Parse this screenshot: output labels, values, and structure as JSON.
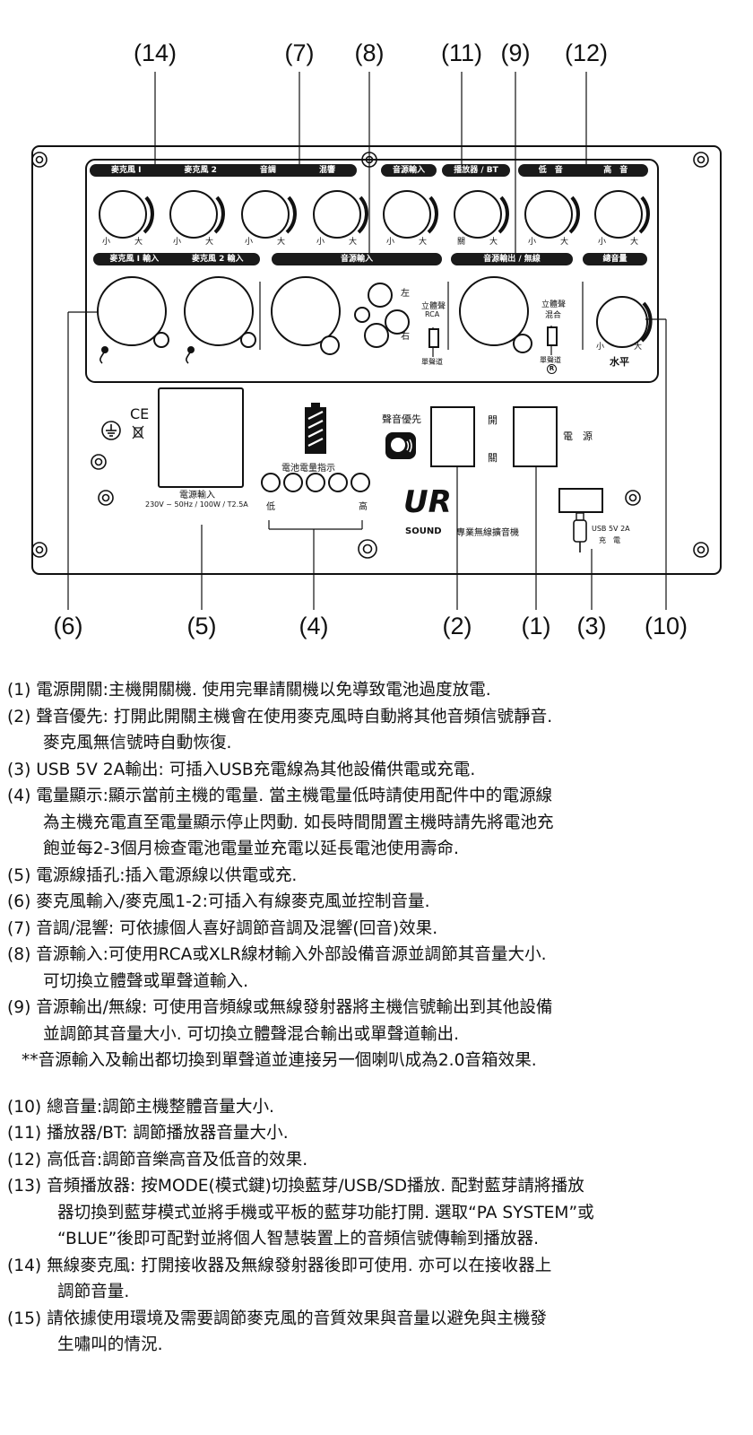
{
  "callouts": [
    "(14)",
    "(7)",
    "(8)",
    "(11)",
    "(9)",
    "(12)",
    "(6)",
    "(5)",
    "(4)",
    "(2)",
    "(1)",
    "(3)",
    "(10)"
  ],
  "panel": {
    "tags": {
      "mic1": "麥克風 I",
      "mic2": "麥克風 2",
      "tone": "音調",
      "echo": "混響",
      "source_in": "音源輸入",
      "player_bt": "播放器 / BT",
      "bass": "低　音",
      "treble": "高　音",
      "mic_inputs_1": "麥克風 I 輸入",
      "mic_inputs_2": "麥克風 2 輸入",
      "audio_in": "音源輸入",
      "audio_out": "音源輸出 / 無線",
      "master": "總音量"
    },
    "knob_min": "小",
    "knob_max": "大",
    "knob_off": "關",
    "left": "左",
    "right": "右",
    "stereo": "立體聲",
    "rca": "RCA",
    "mono": "單聲道",
    "stereo_mix": "立體聲",
    "mix": "混合",
    "mono_out": "單聲道",
    "r_mark": "R",
    "level": "水平",
    "ce": "CE",
    "voice_priority": "聲音優先",
    "switch_label_1": "開",
    "switch_label_2": "關",
    "power_label": "電　源",
    "battery_indicator": "電池電量指示",
    "low": "低",
    "high": "高",
    "power_input": "電源輸入",
    "power_spec": "230V ~ 50Hz / 100W / T2.5A",
    "usb_label": "USB 5V 2A",
    "charge": "充　電",
    "brand_sound": "SOUND",
    "brand_name": "專業無線擴音機",
    "brand_logo": "UR"
  },
  "notes": [
    {
      "lines": [
        "(1) 電源開關:主機開關機. 使用完畢請關機以免導致電池過度放電."
      ]
    },
    {
      "lines": [
        "(2) 聲音優先: 打開此開關主機會在使用麥克風時自動將其他音頻信號靜音.",
        "麥克風無信號時自動恢復."
      ]
    },
    {
      "lines": [
        "(3) USB 5V 2A輸出: 可插入USB充電線為其他設備供電或充電."
      ]
    },
    {
      "lines": [
        "(4) 電量顯示:顯示當前主機的電量. 當主機電量低時請使用配件中的電源線",
        "為主機充電直至電量顯示停止閃動. 如長時間閒置主機時請先將電池充",
        "飽並每2-3個月檢查電池電量並充電以延長電池使用壽命."
      ]
    },
    {
      "lines": [
        "(5) 電源線插孔:插入電源線以供電或充."
      ]
    },
    {
      "lines": [
        "(6) 麥克風輸入/麥克風1-2:可插入有線麥克風並控制音量."
      ]
    },
    {
      "lines": [
        "(7) 音調/混響: 可依據個人喜好調節音調及混響(回音)效果."
      ]
    },
    {
      "lines": [
        "(8) 音源輸入:可使用RCA或XLR線材輸入外部設備音源並調節其音量大小.",
        "可切換立體聲或單聲道輸入."
      ]
    },
    {
      "lines": [
        "(9) 音源輸出/無線: 可使用音頻線或無線發射器將主機信號輸出到其他設備",
        "並調節其音量大小. 可切換立體聲混合輸出或單聲道輸出."
      ]
    },
    {
      "lines": [
        "**音源輸入及輸出都切換到單聲道並連接另一個喇叭成為2.0音箱效果."
      ]
    }
  ],
  "notes2": [
    {
      "lines": [
        "(10) 總音量:調節主機整體音量大小."
      ]
    },
    {
      "lines": [
        "(11) 播放器/BT: 調節播放器音量大小."
      ]
    },
    {
      "lines": [
        "(12) 高低音:調節音樂高音及低音的效果."
      ]
    },
    {
      "lines": [
        "(13) 音頻播放器: 按MODE(模式鍵)切換藍芽/USB/SD播放. 配對藍芽請將播放",
        "器切換到藍芽模式並將手機或平板的藍芽功能打開. 選取“PA SYSTEM”或",
        "“BLUE”後即可配對並將個人智慧裝置上的音頻信號傳輸到播放器."
      ]
    },
    {
      "lines": [
        "(14) 無線麥克風: 打開接收器及無線發射器後即可使用. 亦可以在接收器上",
        "調節音量."
      ]
    },
    {
      "lines": [
        "(15) 請依據使用環境及需要調節麥克風的音質效果與音量以避免與主機發",
        "生嘯叫的情況."
      ]
    }
  ]
}
